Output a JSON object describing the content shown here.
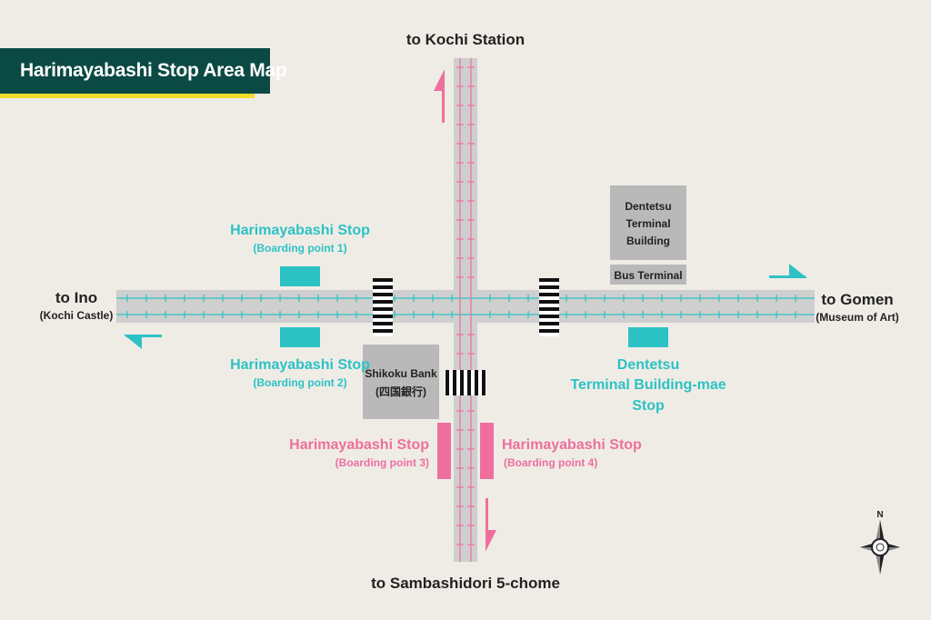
{
  "title": "Harimayabashi Stop Area Map",
  "directions": {
    "north": "to Kochi Station",
    "south": "to Sambashidori 5-chome",
    "west": "to Ino",
    "west_sub": "(Kochi Castle)",
    "east": "to Gomen",
    "east_sub": "(Museum of Art)"
  },
  "stops": {
    "bp1_name": "Harimayabashi Stop",
    "bp1_sub": "(Boarding point 1)",
    "bp2_name": "Harimayabashi Stop",
    "bp2_sub": "(Boarding point 2)",
    "bp3_name": "Harimayabashi Stop",
    "bp3_sub": "(Boarding point 3)",
    "bp4_name": "Harimayabashi Stop",
    "bp4_sub": "(Boarding point 4)",
    "dentetsu_line1": "Dentetsu",
    "dentetsu_line2": "Terminal Building-mae",
    "dentetsu_line3": "Stop"
  },
  "buildings": {
    "terminal_line1": "Dentetsu",
    "terminal_line2": "Terminal",
    "terminal_line3": "Building",
    "bus_terminal": "Bus Terminal",
    "bank_line1": "Shikoku Bank",
    "bank_line2": "(四国銀行)"
  },
  "compass": "N",
  "colors": {
    "teal": "#2cc2c4",
    "pink": "#ee6f9d",
    "banner": "#0b4a44",
    "accent_yellow": "#f3dc2b",
    "road": "#cfcfcf",
    "building": "#b9b9b9"
  }
}
